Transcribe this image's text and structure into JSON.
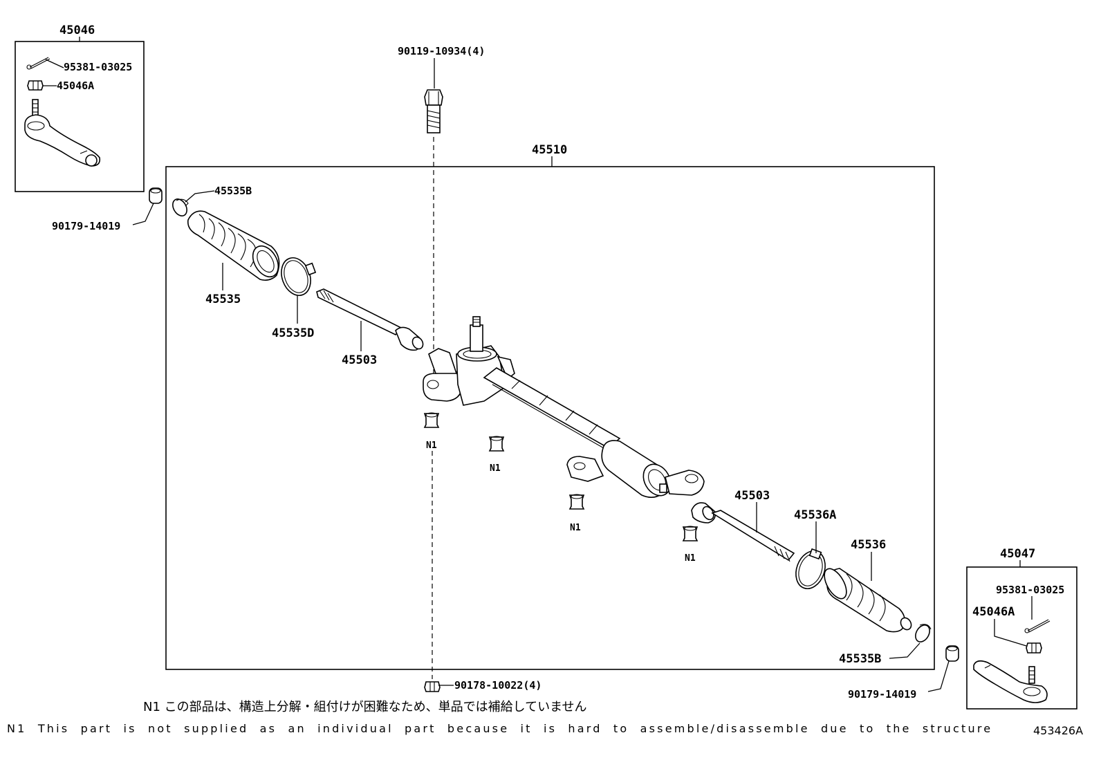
{
  "labels": {
    "tie_rod_end_lh": "45046",
    "cotter_pin_lh": "95381-03025",
    "nut_lh": "45046A",
    "bolt": "90119-10934(4)",
    "gear_assembly": "45510",
    "clip_top": "45535B",
    "washer_lh": "90179-14019",
    "boot_lh": "45535",
    "clamp_lh": "45535D",
    "rack_end_lh": "45503",
    "rack_end_rh": "45503",
    "clamp_rh": "45536A",
    "boot_rh": "45536",
    "tie_rod_end_rh": "45047",
    "cotter_pin_rh": "95381-03025",
    "nut_rh": "45046A",
    "clip_bottom": "45535B",
    "washer_rh": "90179-14019",
    "nut_bottom": "90178-10022(4)",
    "n1": "N1"
  },
  "notes": {
    "japanese": "N1 この部品は、構造上分解・組付けが困難なため、単品では補給していません",
    "english": "N1 This part is not supplied as an individual part because it is hard to assemble/disassemble due to the structure"
  },
  "figure_id": "453426A"
}
